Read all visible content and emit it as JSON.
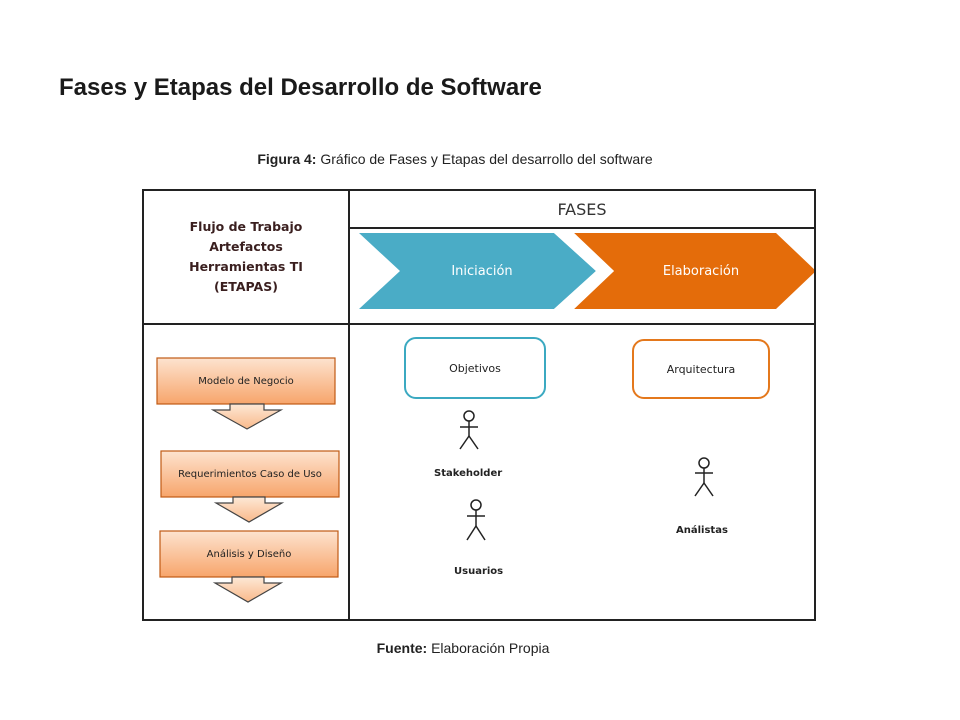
{
  "title": "Fases y Etapas del Desarrollo de Software",
  "figure_caption": {
    "bold": "Figura 4:",
    "text": " Gráfico de Fases y Etapas del desarrollo del software"
  },
  "source_caption": {
    "bold": "Fuente:",
    "text": " Elaboración Propia"
  },
  "diagram": {
    "corner_lines": [
      "Flujo de Trabajo",
      "Artefactos",
      "Herramientas TI",
      "(ETAPAS)"
    ],
    "fases_title": "FASES",
    "phases": [
      {
        "label": "Iniciación",
        "color": "#4aacc6"
      },
      {
        "label": "Elaboración",
        "color": "#e46c0a"
      }
    ],
    "workflow_steps": [
      "Modelo  de  Negocio",
      "Requerimientos  Caso de Uso",
      "Análisis y Diseño"
    ],
    "boxes": {
      "objetivos": "Objetivos",
      "arquitectura": "Arquitectura"
    },
    "actors": {
      "stakeholder": "Stakeholder",
      "usuarios": "Usuarios",
      "analistas": "Análistas"
    },
    "colors": {
      "step_top": "#fde3cf",
      "step_bottom": "#f7a56b",
      "step_border": "#c05a14"
    }
  }
}
